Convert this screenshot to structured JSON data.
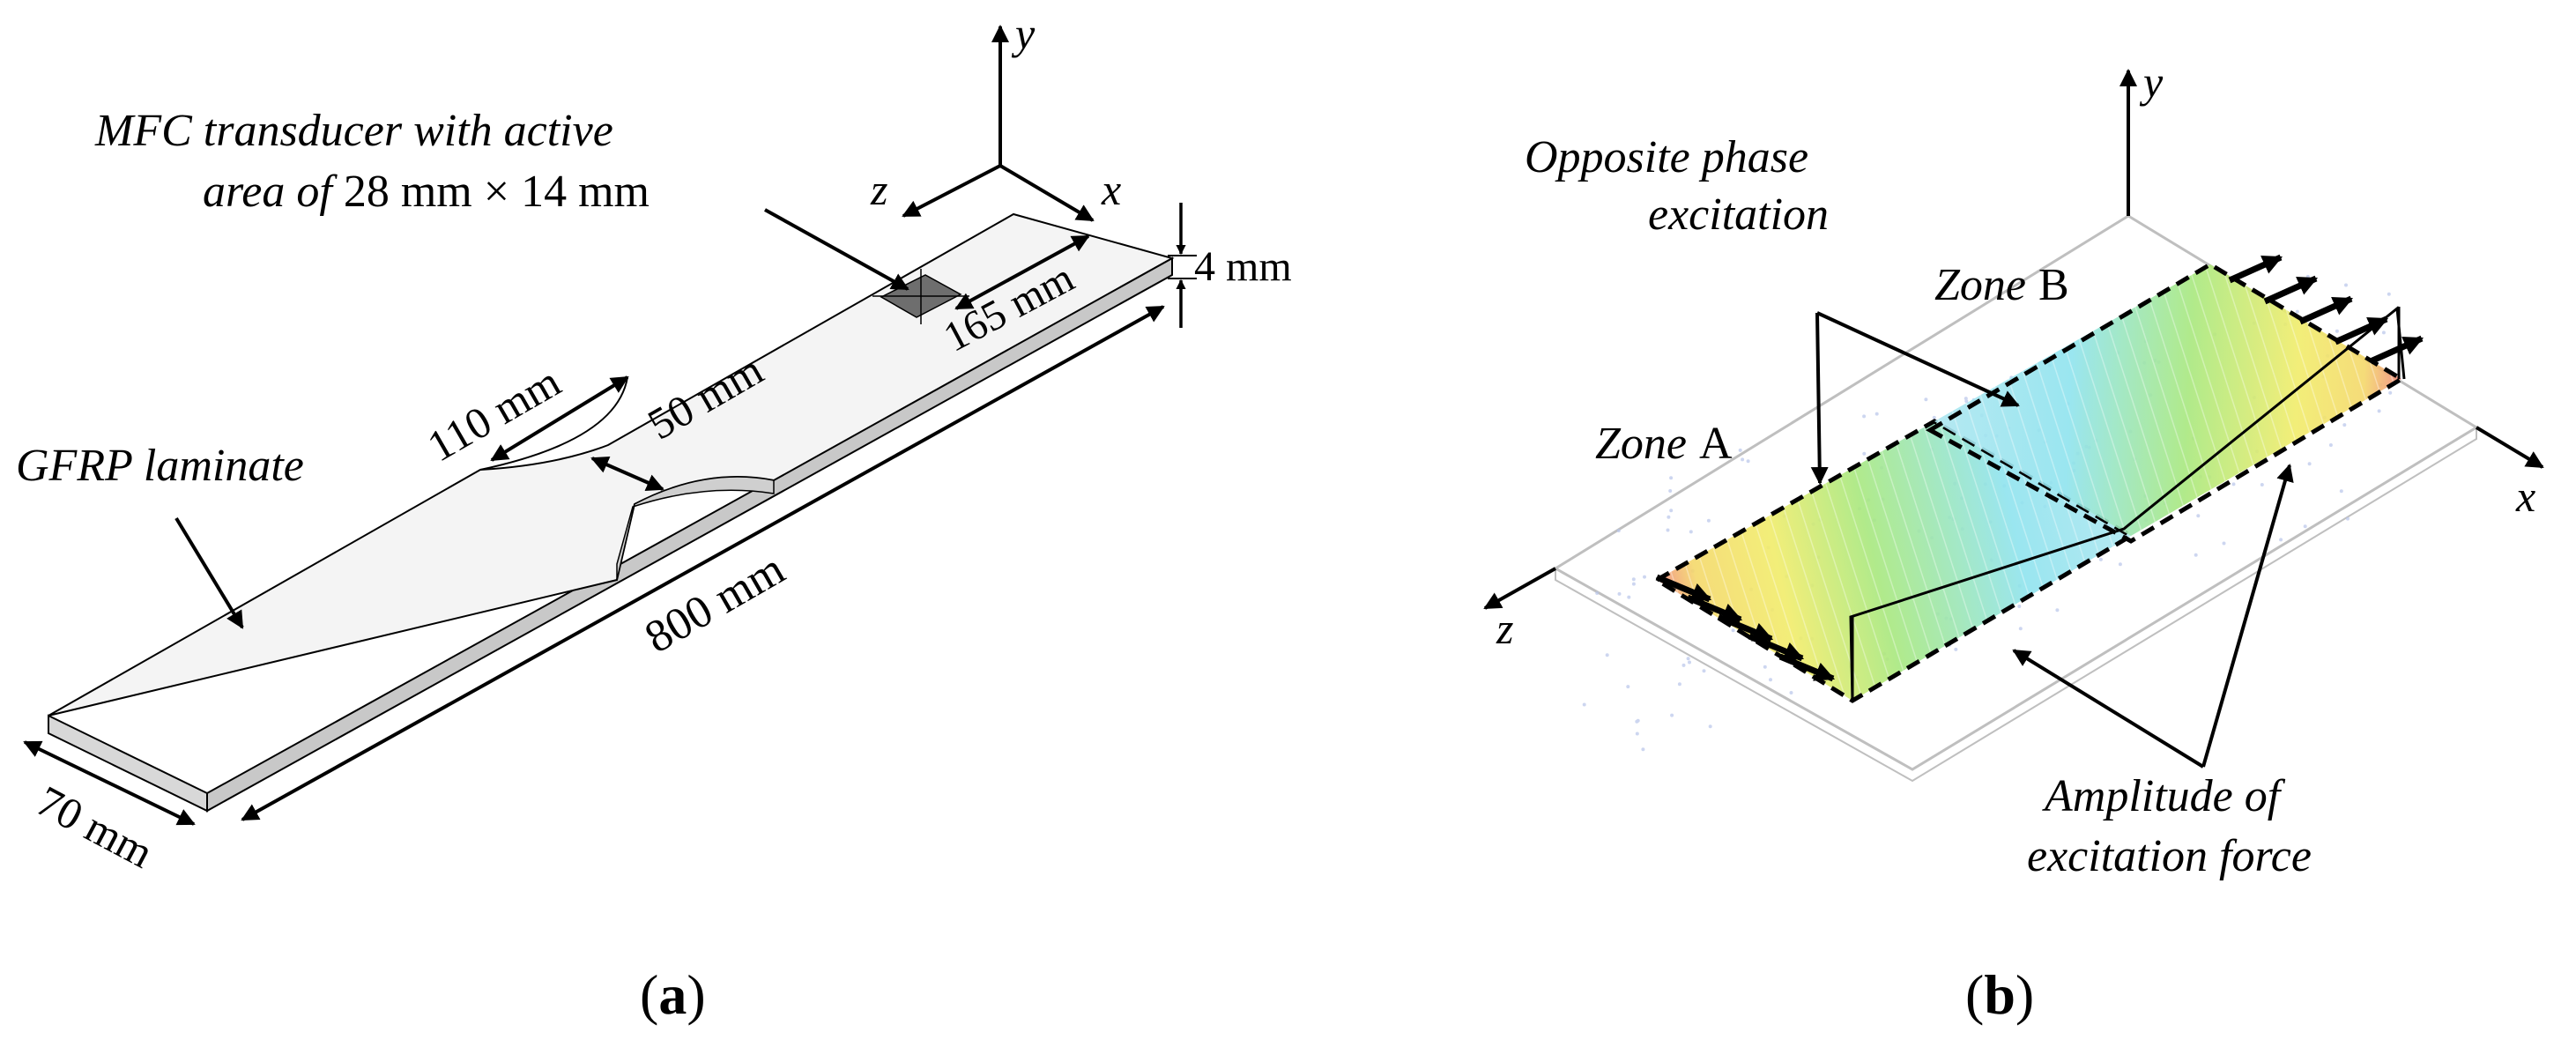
{
  "panel_a": {
    "caption_open": "(",
    "caption_letter": "a",
    "caption_close": ")",
    "axis_y": "y",
    "axis_z": "z",
    "axis_x": "x",
    "mfc_line1": "MFC transducer with active",
    "mfc_line2_italic": "area of ",
    "mfc_line2_dims": "28 mm × 14 mm",
    "dim_165": "165 mm",
    "dim_4": "4 mm",
    "dim_110": "110 mm",
    "dim_50": "50 mm",
    "label_gfrp": "GFRP laminate",
    "dim_800": "800 mm",
    "dim_70": "70 mm"
  },
  "panel_b": {
    "caption_open": "(",
    "caption_letter": "b",
    "caption_close": ")",
    "axis_y": "y",
    "axis_x": "x",
    "axis_z": "z",
    "opposite_line1": "Opposite phase",
    "opposite_line2": "excitation",
    "zone_a_word": "Zone",
    "zone_a_letter": "A",
    "zone_b_word": "Zone",
    "zone_b_letter": "B",
    "amp_line1": "Amplitude of",
    "amp_line2": "excitation force"
  },
  "colors": {
    "plate_top": "#f4f4f4",
    "plate_edge": "#c8c8c8",
    "mfc_patch": "#6e6e6e",
    "field_cyan": "#8fe3ee",
    "field_green": "#a8e87e",
    "field_yellow": "#f1ec6a",
    "field_red": "#f08a7c"
  }
}
